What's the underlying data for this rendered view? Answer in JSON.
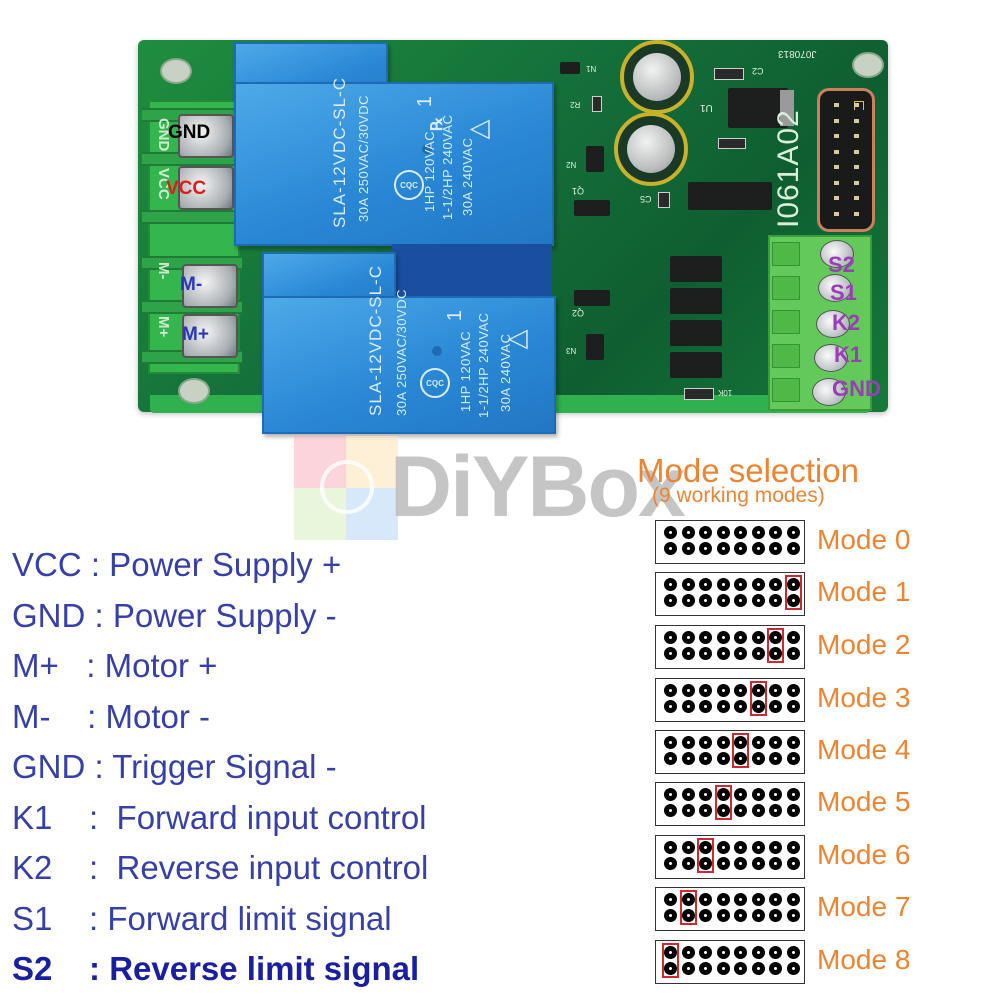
{
  "board": {
    "id_label": "I061A02",
    "date_code": "J070813",
    "relays": [
      {
        "model": "SLA-12VDC-SL-C",
        "rating_1": "30A 250VAC/30VDC",
        "rating_2": "1HP 120VAC",
        "rating_3": "1-1/2HP 240VAC",
        "rating_4": "30A 240VAC",
        "mark": "CQC",
        "number": "1"
      },
      {
        "model": "SLA-12VDC-SL-C",
        "rating_1": "30A 250VAC/30VDC",
        "rating_2": "1HP 120VAC",
        "rating_3": "1-1/2HP 240VAC",
        "rating_4": "30A 240VAC",
        "mark": "CQC",
        "number": "1"
      }
    ],
    "left_terminals": [
      {
        "silk": "GND",
        "overlay": "GND",
        "color": "#000000"
      },
      {
        "silk": "VCC",
        "overlay": "VCC",
        "color": "#e01b1b"
      },
      {
        "silk": "M-",
        "overlay": "M-",
        "color": "#2a35b8"
      },
      {
        "silk": "M+",
        "overlay": "M+",
        "color": "#2a35b8"
      }
    ],
    "right_terminals": [
      {
        "overlay": "S2"
      },
      {
        "overlay": "S1"
      },
      {
        "overlay": "K2"
      },
      {
        "overlay": "K1"
      },
      {
        "overlay": "GND"
      }
    ],
    "right_terminal_color": "#9b3db5",
    "silk_labels": {
      "u1": "U1",
      "c2": "C2",
      "c5": "C5",
      "r1": "R1",
      "r2": "R2",
      "q1": "Q1",
      "q2": "Q2",
      "n1": "N1",
      "n2": "N2",
      "n3": "N3",
      "res": "10K"
    }
  },
  "watermark": {
    "text": "DiYBox",
    "square_colors": [
      "#f7b3bd",
      "#fde3b6",
      "#d7efc0",
      "#b7d6f5"
    ]
  },
  "legend": {
    "color": "#3640a8",
    "rows": [
      {
        "text": "VCC : Power Supply +",
        "bold": false
      },
      {
        "text": "GND : Power Supply -",
        "bold": false
      },
      {
        "text": "M+   : Motor +",
        "bold": false
      },
      {
        "text": "M-    : Motor -",
        "bold": false
      },
      {
        "text": "GND : Trigger Signal -",
        "bold": false
      },
      {
        "text": "K1    :  Forward input control",
        "bold": false
      },
      {
        "text": "K2    :  Reverse input control",
        "bold": false
      },
      {
        "text": "S1    : Forward limit signal",
        "bold": false
      },
      {
        "text": "S2    : Reverse limit signal",
        "bold": true
      }
    ]
  },
  "mode_selection": {
    "title": "Mode selection",
    "subtitle": "(9 working modes)",
    "accent_color": "#ef8430",
    "jumper_color": "#d3272f",
    "modes": [
      {
        "label": "Mode 0",
        "jumper_column": null
      },
      {
        "label": "Mode 1",
        "jumper_column": 8
      },
      {
        "label": "Mode 2",
        "jumper_column": 7
      },
      {
        "label": "Mode 3",
        "jumper_column": 6
      },
      {
        "label": "Mode 4",
        "jumper_column": 5
      },
      {
        "label": "Mode 5",
        "jumper_column": 4
      },
      {
        "label": "Mode 6",
        "jumper_column": 3
      },
      {
        "label": "Mode 7",
        "jumper_column": 2
      },
      {
        "label": "Mode 8",
        "jumper_column": 1
      }
    ]
  }
}
